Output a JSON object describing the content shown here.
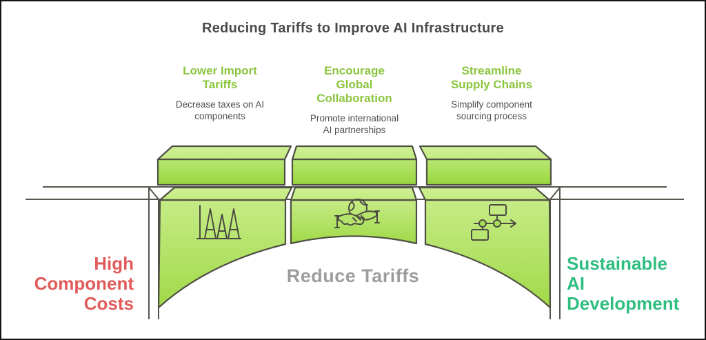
{
  "title": "Reducing Tariffs to Improve AI Infrastructure",
  "columns": [
    {
      "heading": "Lower Import\nTariffs",
      "description": "Decrease taxes on AI\ncomponents",
      "icon": "tariff-chart-icon"
    },
    {
      "heading": "Encourage\nGlobal\nCollaboration",
      "description": "Promote international\nAI partnerships",
      "icon": "global-handshake-icon"
    },
    {
      "heading": "Streamline\nSupply Chains",
      "description": "Simplify component\nsourcing process",
      "icon": "process-flow-icon"
    }
  ],
  "bridge": {
    "left_label": "High\nComponent\nCosts",
    "center_label": "Reduce Tariffs",
    "right_label": "Sustainable\nAI\nDevelopment"
  },
  "colors": {
    "heading_green": "#8bc53e",
    "body_text": "#4f4f4f",
    "title_text": "#4a4a4a",
    "label_red": "#e15b5b",
    "label_teal": "#2fbe80",
    "label_gray": "#9d9d9d",
    "box_top_face": "#c8ed8a",
    "box_front_light": "#bde878",
    "box_front_dark": "#9bd741",
    "outline": "#4f4f45"
  }
}
